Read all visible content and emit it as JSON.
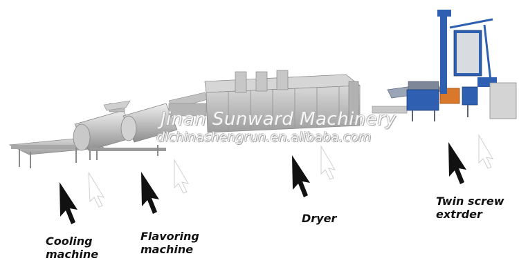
{
  "watermark": {
    "company": "Jinan Sunward Machinery",
    "website": "dlchinashengrun.en.alibaba.com"
  },
  "labels": {
    "cooling": "Cooling\nmachine",
    "flavoring": "Flavoring\nmachine",
    "dryer": "Dryer",
    "twin_screw": "Twin screw\nextrder"
  },
  "colors": {
    "machine_gray": "#bdbdbd",
    "frame_blue": "#2f5fb0",
    "motor_orange": "#d9772a",
    "arrow_black": "#111111"
  }
}
